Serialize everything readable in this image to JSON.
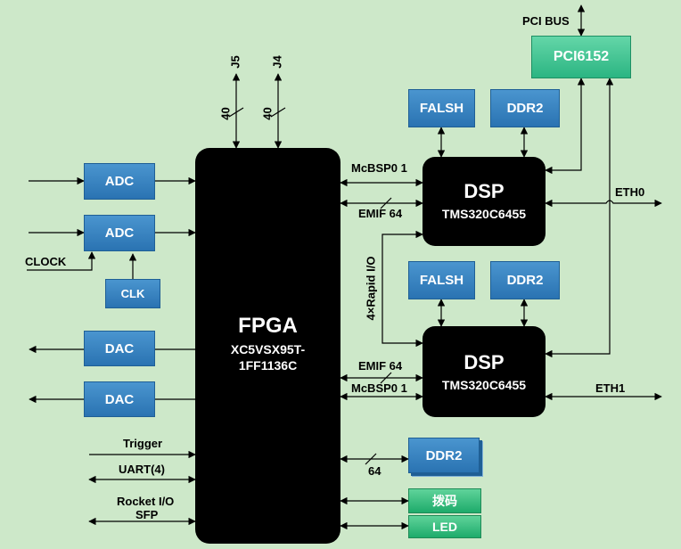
{
  "pci": {
    "bus_label": "PCI BUS",
    "bridge": "PCI6152"
  },
  "fpga": {
    "title": "FPGA",
    "part_line1": "XC5VSX95T-",
    "part_line2": "1FF1136C"
  },
  "dsp1": {
    "title": "DSP",
    "part": "TMS320C6455"
  },
  "dsp2": {
    "title": "DSP",
    "part": "TMS320C6455"
  },
  "memory": {
    "flash1": "FALSH",
    "ddr2_1": "DDR2",
    "flash2": "FALSH",
    "ddr2_2": "DDR2",
    "ddr2_fpga": "DDR2"
  },
  "converters": {
    "adc1": "ADC",
    "adc2": "ADC",
    "clk": "CLK",
    "dac1": "DAC",
    "dac2": "DAC"
  },
  "io": {
    "switch": "拨码",
    "led": "LED"
  },
  "labels": {
    "clock": "CLOCK",
    "j5": "J5",
    "j4": "J4",
    "j5_width": "40",
    "j4_width": "40",
    "mcbsp_top": "McBSP0 1",
    "emif_top": "EMIF 64",
    "rapid_io": "4×Rapid I/O",
    "emif_bottom": "EMIF 64",
    "mcbsp_bottom": "McBSP0 1",
    "eth0": "ETH0",
    "eth1": "ETH1",
    "trigger": "Trigger",
    "uart": "UART(4)",
    "rocket_io": "Rocket I/O",
    "sfp": "SFP",
    "ddr_width": "64"
  },
  "colors": {
    "background": "#cde8c9",
    "block_blue": "#2a73b2",
    "block_green": "#1eab6b",
    "chip": "#000000"
  }
}
